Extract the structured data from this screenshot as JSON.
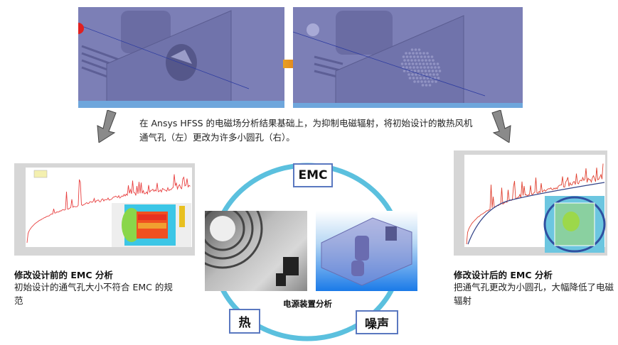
{
  "caption": "在 Ansys HFSS 的电磁场分析结果基础上，为抑制电磁辐射，将初始设计的散热风机通气孔（左）更改为许多小圆孔（右）。",
  "before": {
    "title": "修改设计前的 EMC 分析",
    "body": "初始设计的通气孔大小不符合 EMC 的规范"
  },
  "after": {
    "title": "修改设计后的 EMC 分析",
    "body": "把通气孔更改为小圆孔，大幅降低了电磁辐射"
  },
  "cycle": {
    "top": "EMC",
    "left": "热",
    "right": "噪声",
    "center": "电源装置分析"
  },
  "colors": {
    "ring": "#5bc0de",
    "tag_border": "#5a78c0",
    "emission": "#e03030",
    "limit": "#334488"
  }
}
